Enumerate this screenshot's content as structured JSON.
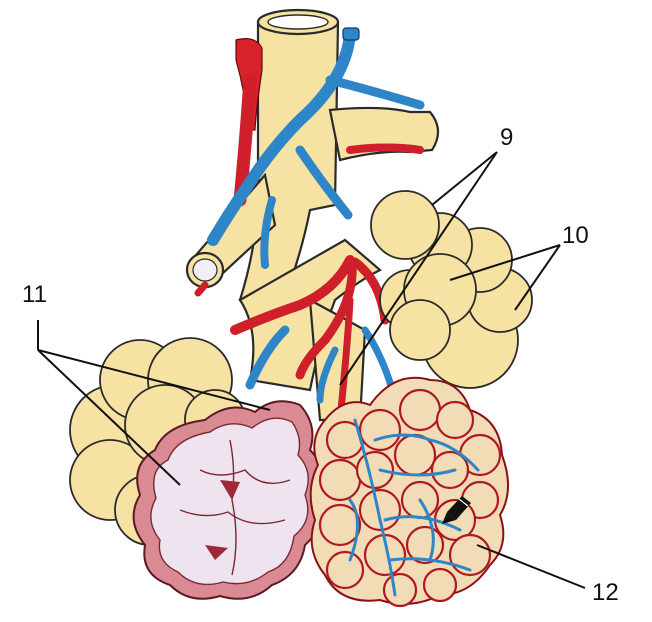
{
  "figure": {
    "labels": [
      {
        "id": "label-9",
        "text": "9"
      },
      {
        "id": "label-10",
        "text": "10"
      },
      {
        "id": "label-11",
        "text": "11"
      },
      {
        "id": "label-12",
        "text": "12"
      }
    ]
  },
  "colors": {
    "airway": "#f6e3a4",
    "artery": "#d8222c",
    "vein": "#2e86c8",
    "alveolus_wall": "#d98a93",
    "alveolus_inner": "#efe3ef"
  },
  "icons": [
    "pencil-cursor-icon"
  ]
}
